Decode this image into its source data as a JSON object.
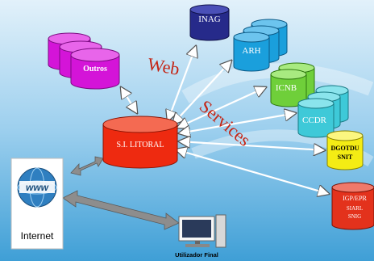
{
  "colors": {
    "background_top": "#d7ecf8",
    "background_bottom": "#3f9fd6",
    "litoral": "#ee2a10",
    "inag": "#262a8a",
    "arh": "#1a9fdc",
    "icnb": "#6fcf3a",
    "ccdr": "#3ec9d8",
    "dgotdu": "#f4ec14",
    "igp": "#e3321c",
    "outros": "#d414d8",
    "web_services_text": "#c42414",
    "arrow": "#ffffff",
    "gray_arrow": "#8d8d8d"
  },
  "hub": {
    "label": "S.I. LITORAL"
  },
  "outros": {
    "label": "Outros"
  },
  "web_services": {
    "word1": "Web",
    "word2": "Services"
  },
  "internet": {
    "label": "Internet",
    "logo_text": "www"
  },
  "user": {
    "label": "Utilizador Final",
    "icon": "computer-icon"
  },
  "databases": {
    "inag": {
      "label": "INAG"
    },
    "arh": {
      "label": "ARH"
    },
    "icnb": {
      "label": "ICNB"
    },
    "ccdr": {
      "label": "CCDR"
    },
    "dgotdu": {
      "line1": "DGOTDU",
      "line2": "SNIT"
    },
    "igp": {
      "line1": "IGP/EPR",
      "line2": "SIARL",
      "line3": "SNIG"
    }
  }
}
